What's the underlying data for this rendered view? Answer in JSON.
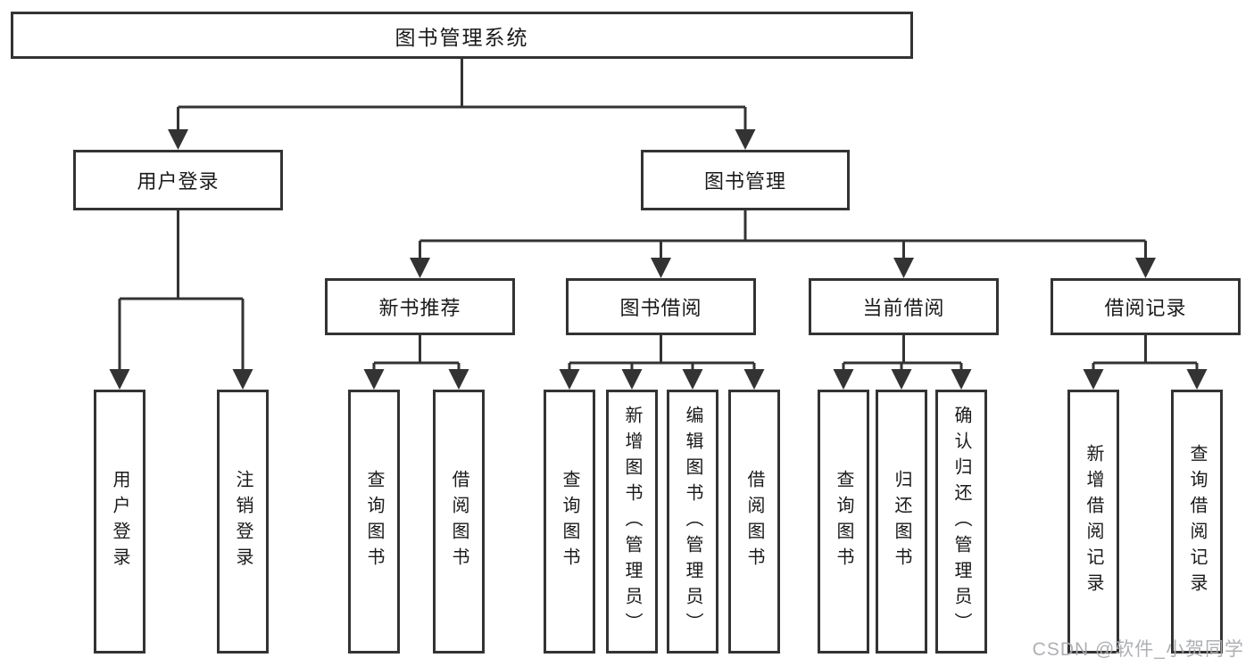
{
  "page": {
    "background": "#ffffff"
  },
  "colors": {
    "line": "#333333",
    "node_border": "#333333",
    "text": "#1a1a1a",
    "watermark": "#aaacaf"
  },
  "diagram": {
    "type": "tree",
    "root": {
      "label": "图书管理系统"
    },
    "level2": [
      {
        "label": "用户登录"
      },
      {
        "label": "图书管理"
      }
    ],
    "level3": [
      {
        "parent": "图书管理",
        "label": "新书推荐"
      },
      {
        "parent": "图书管理",
        "label": "图书借阅"
      },
      {
        "parent": "图书管理",
        "label": "当前借阅"
      },
      {
        "parent": "图书管理",
        "label": "借阅记录"
      }
    ],
    "leaves": [
      {
        "parent": "用户登录",
        "label": "用户登录"
      },
      {
        "parent": "用户登录",
        "label": "注销登录"
      },
      {
        "parent": "新书推荐",
        "label": "查询图书"
      },
      {
        "parent": "新书推荐",
        "label": "借阅图书"
      },
      {
        "parent": "图书借阅",
        "label": "查询图书"
      },
      {
        "parent": "图书借阅",
        "label": "新增图书（管理员）"
      },
      {
        "parent": "图书借阅",
        "label": "编辑图书（管理员）"
      },
      {
        "parent": "图书借阅",
        "label": "借阅图书"
      },
      {
        "parent": "当前借阅",
        "label": "查询图书"
      },
      {
        "parent": "当前借阅",
        "label": "归还图书"
      },
      {
        "parent": "当前借阅",
        "label": "确认归还（管理员）"
      },
      {
        "parent": "借阅记录",
        "label": "新增借阅记录"
      },
      {
        "parent": "借阅记录",
        "label": "查询借阅记录"
      }
    ]
  },
  "watermark": {
    "text": "CSDN @软件_小贺同学"
  }
}
